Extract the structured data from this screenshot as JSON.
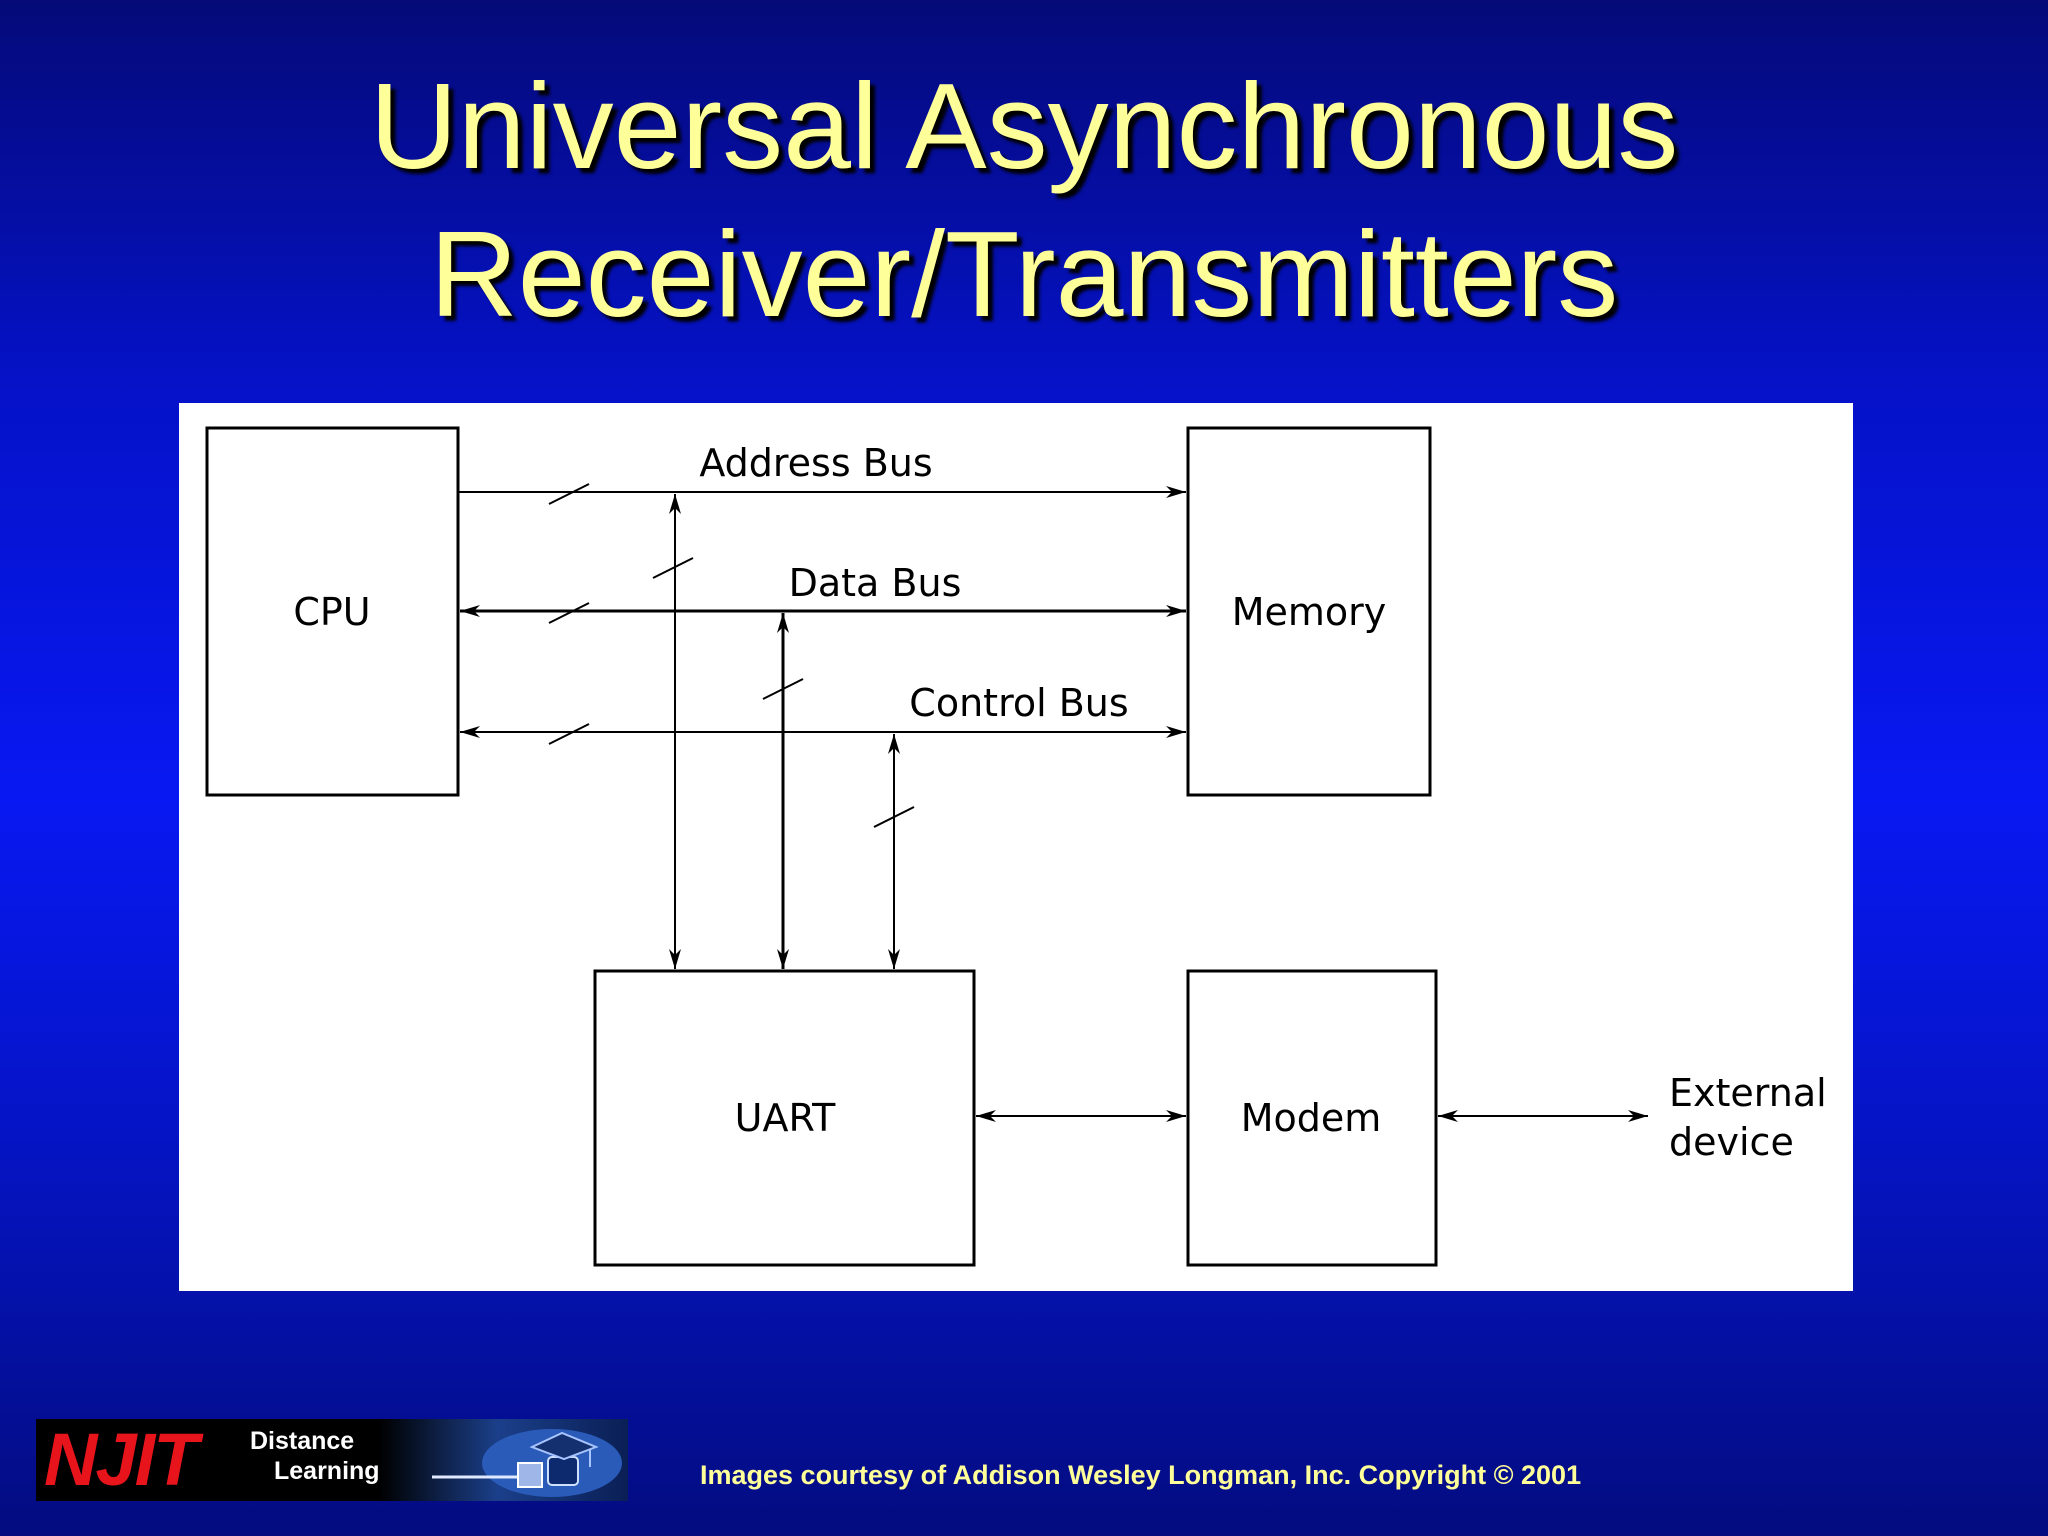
{
  "slide": {
    "title_line1": "Universal Asynchronous",
    "title_line2": "Receiver/Transmitters",
    "footer_credit": "Images courtesy of Addison Wesley Longman, Inc. Copyright © 2001"
  },
  "diagram": {
    "blocks": {
      "cpu": "CPU",
      "memory": "Memory",
      "uart": "UART",
      "modem": "Modem"
    },
    "buses": {
      "address": "Address Bus",
      "data": "Data Bus",
      "control": "Control Bus"
    },
    "external_line1": "External",
    "external_line2": "device"
  },
  "logo": {
    "brand": "NJIT",
    "line1": "Distance",
    "line2": "Learning"
  },
  "colors": {
    "title": "#ffff99",
    "footer_text": "#ffff99",
    "background": "#0818f2",
    "logo_red": "#e8141c"
  }
}
